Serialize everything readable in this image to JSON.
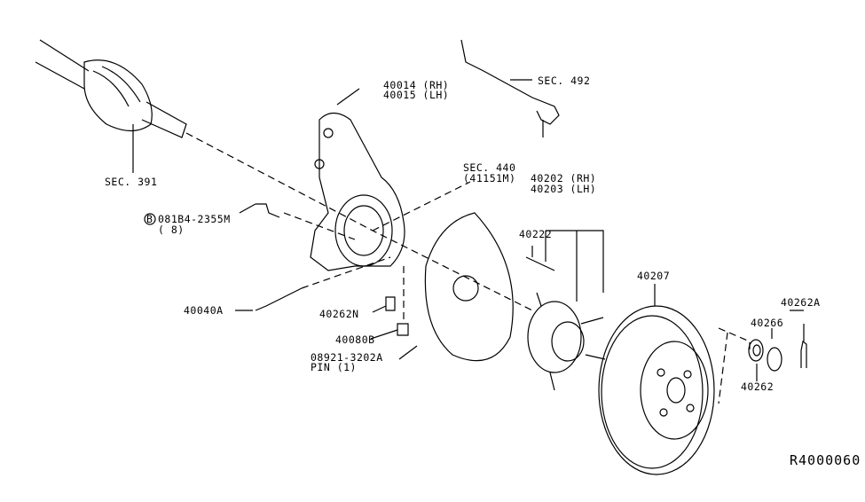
{
  "diagram": {
    "title_code": "R4000060",
    "labels": {
      "sec391": "SEC. 391",
      "knuckle_rh": "40014 (RH)",
      "knuckle_lh": "40015 (LH)",
      "sec492": "SEC. 492",
      "bolt_b": "B",
      "bolt_code": "081B4-2355M",
      "bolt_qty": "( 8)",
      "sec440": "SEC. 440",
      "sec440_part": "(41151M)",
      "hub_rh": "40202 (RH)",
      "hub_lh": "40203 (LH)",
      "p40222": "40222",
      "p40207": "40207",
      "p40262a": "40262A",
      "p40266": "40266",
      "p40262": "40262",
      "p40040a": "40040A",
      "p40262n": "40262N",
      "p40080b": "40080B",
      "pin_code": "08921-3202A",
      "pin_qty": "PIN (1)"
    }
  }
}
